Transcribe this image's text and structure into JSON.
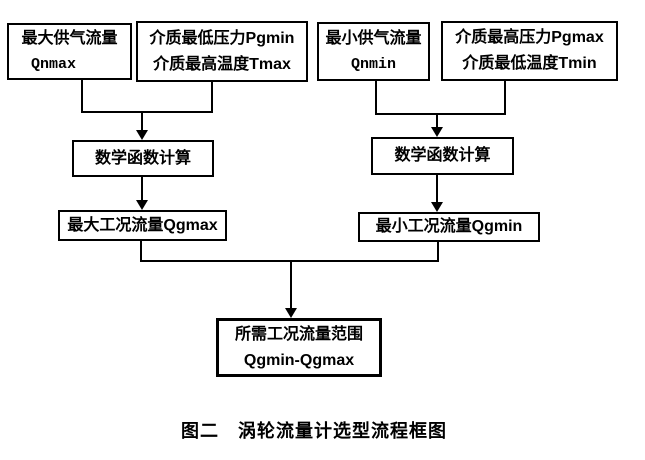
{
  "diagram_type": "flowchart",
  "colors": {
    "background": "#ffffff",
    "line": "#000000",
    "text": "#000000"
  },
  "nodes": {
    "qnmax": {
      "line1": "最大供气流量",
      "line2": "Qnmax"
    },
    "pgmin_tmax": {
      "line1": "介质最低压力Pgmin",
      "line2": "介质最高温度Tmax"
    },
    "qnmin": {
      "line1": "最小供气流量",
      "line2": "Qnmin"
    },
    "pgmax_tmin": {
      "line1": "介质最高压力Pgmax",
      "line2": "介质最低温度Tmin"
    },
    "math_left": {
      "label": "数学函数计算"
    },
    "math_right": {
      "label": "数学函数计算"
    },
    "qgmax": {
      "label": "最大工况流量Qgmax"
    },
    "qgmin": {
      "label": "最小工况流量Qgmin"
    },
    "result": {
      "line1": "所需工况流量范围",
      "line2": "Qgmin-Qgmax"
    }
  },
  "caption": "图二　涡轮流量计选型流程框图"
}
